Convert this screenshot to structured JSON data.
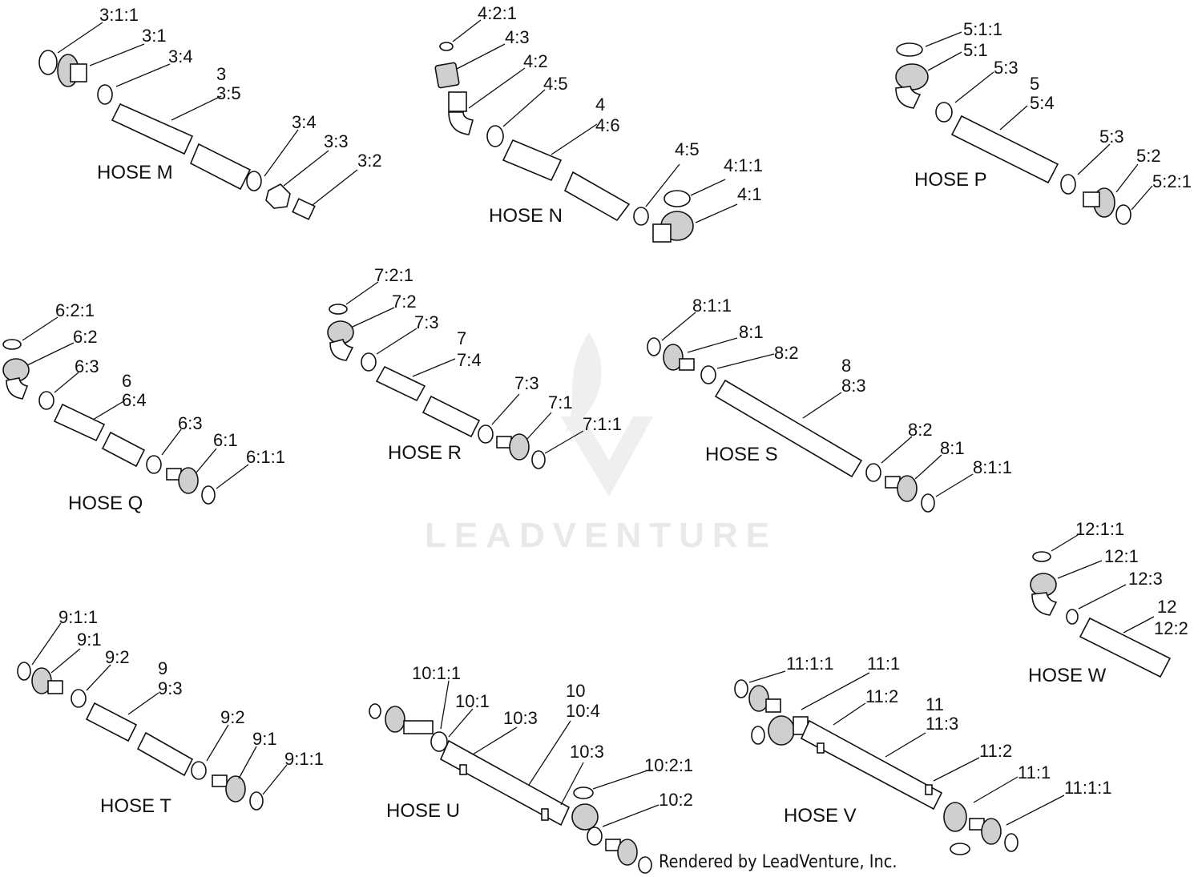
{
  "watermark": {
    "text": "LEADVENTURE",
    "logo_icon": "flame-v-logo-icon"
  },
  "credit": "Rendered by LeadVenture, Inc.",
  "hoses": [
    {
      "title": "HOSE M",
      "callouts": [
        "3:1:1",
        "3:1",
        "3:4",
        "3",
        "3:5",
        "3:4",
        "3:3",
        "3:2"
      ]
    },
    {
      "title": "HOSE N",
      "callouts": [
        "4:2:1",
        "4:3",
        "4:2",
        "4:5",
        "4",
        "4:6",
        "4:5",
        "4:1:1",
        "4:1"
      ]
    },
    {
      "title": "HOSE P",
      "callouts": [
        "5:1:1",
        "5:1",
        "5:3",
        "5",
        "5:4",
        "5:3",
        "5:2",
        "5:2:1"
      ]
    },
    {
      "title": "HOSE Q",
      "callouts": [
        "6:2:1",
        "6:2",
        "6:3",
        "6",
        "6:4",
        "6:3",
        "6:1",
        "6:1:1"
      ]
    },
    {
      "title": "HOSE R",
      "callouts": [
        "7:2:1",
        "7:2",
        "7:3",
        "7",
        "7:4",
        "7:3",
        "7:1",
        "7:1:1"
      ]
    },
    {
      "title": "HOSE S",
      "callouts": [
        "8:1:1",
        "8:1",
        "8:2",
        "8",
        "8:3",
        "8:2",
        "8:1",
        "8:1:1"
      ]
    },
    {
      "title": "HOSE T",
      "callouts": [
        "9:1:1",
        "9:1",
        "9:2",
        "9",
        "9:3",
        "9:2",
        "9:1",
        "9:1:1"
      ]
    },
    {
      "title": "HOSE U",
      "callouts": [
        "10:1:1",
        "10:1",
        "10:3",
        "10",
        "10:4",
        "10:3",
        "10:2:1",
        "10:2"
      ]
    },
    {
      "title": "HOSE V",
      "callouts": [
        "11:1:1",
        "11:1",
        "11:2",
        "11",
        "11:3",
        "11:2",
        "11:1",
        "11:1:1"
      ]
    },
    {
      "title": "HOSE W",
      "callouts": [
        "12:1:1",
        "12:1",
        "12:3",
        "12",
        "12:2"
      ]
    }
  ]
}
